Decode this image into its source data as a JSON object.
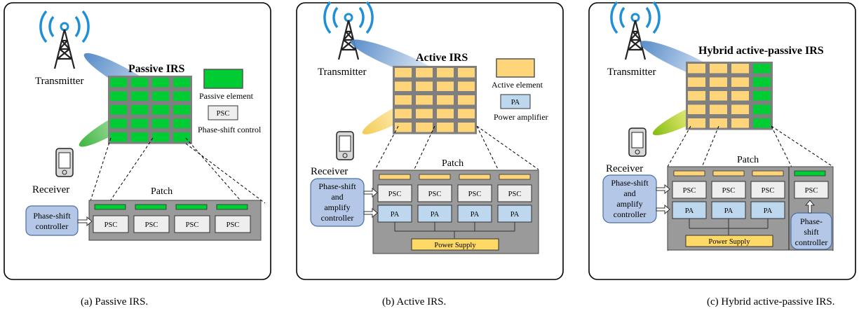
{
  "panels": [
    {
      "id": "a",
      "title": "Passive IRS",
      "caption": "(a)  Passive IRS.",
      "transmitter_label": "Transmitter",
      "receiver_label": "Receiver",
      "legend_element": "Passive element",
      "legend_psc_box": "PSC",
      "legend_psc_desc": "Phase-shift control",
      "patch_label": "Patch",
      "controller_lines": [
        "Phase-shift",
        "controller"
      ],
      "psc_label": "PSC"
    },
    {
      "id": "b",
      "title": "Active IRS",
      "caption": "(b)  Active IRS.",
      "transmitter_label": "Transmitter",
      "receiver_label": "Receiver",
      "legend_element": "Active element",
      "legend_pa_box": "PA",
      "legend_pa_desc": "Power amplifier",
      "patch_label": "Patch",
      "controller_lines": [
        "Phase-shift",
        "and",
        "amplify",
        "controller"
      ],
      "psc_label": "PSC",
      "pa_label": "PA",
      "power_supply": "Power Supply"
    },
    {
      "id": "c",
      "title": "Hybrid active-passive IRS",
      "caption": "(c)  Hybrid active-passive IRS.",
      "transmitter_label": "Transmitter",
      "receiver_label": "Receiver",
      "patch_label": "Patch",
      "controller_lines": [
        "Phase-shift",
        "and",
        "amplify",
        "controller"
      ],
      "sub_controller_lines": [
        "Phase-",
        "shift",
        "controller"
      ],
      "psc_label": "PSC",
      "pa_label": "PA",
      "power_supply": "Power Supply"
    }
  ],
  "colors": {
    "passive_element": "#00cc33",
    "active_element": "#ffd57a",
    "grid_frame": "#7f7f7f",
    "patch_bg": "#9a9a9a",
    "psc_fill": "#eeeeee",
    "pa_fill": "#bdd7ee",
    "controller_fill": "#b4c7e7",
    "power_supply_fill": "#ffd966",
    "beam_blue": "#4f86c6",
    "beam_green": "#34b234",
    "beam_yellow": "#ffd966",
    "antenna_blue": "#1f8fd6"
  }
}
